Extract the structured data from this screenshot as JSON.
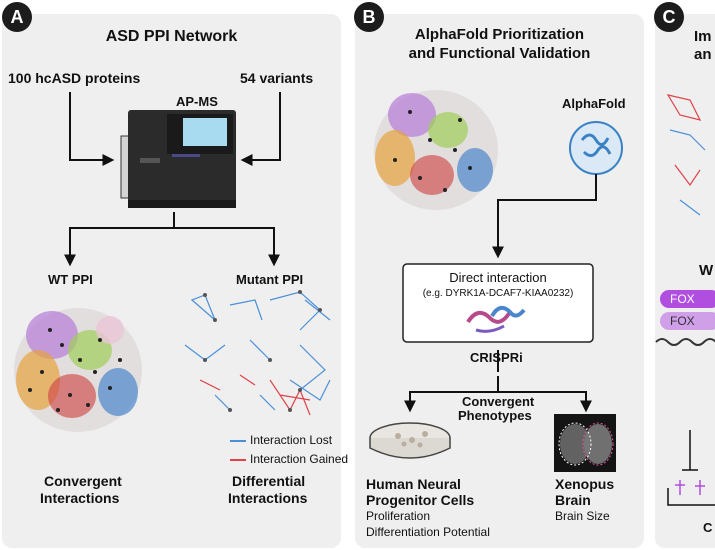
{
  "colors": {
    "panel_bg": "#efefef",
    "badge_bg": "#1c1c1c",
    "interaction_lost": "#4a90d9",
    "interaction_gained": "#e0414a",
    "alphafold_blue": "#3a82c4",
    "foxp_purple": "#b04ee0"
  },
  "panel_a": {
    "badge": "A",
    "title": "ASD PPI Network",
    "input_left": "100 hcASD proteins",
    "input_right": "54 variants",
    "instrument_label": "AP-MS",
    "wt_label": "WT PPI",
    "mutant_label": "Mutant PPI",
    "legend_lost": "Interaction Lost",
    "legend_gained": "Interaction Gained",
    "bottom_left_line1": "Convergent",
    "bottom_left_line2": "Interactions",
    "bottom_right_line1": "Differential",
    "bottom_right_line2": "Interactions"
  },
  "panel_b": {
    "badge": "B",
    "title_line1": "AlphaFold Prioritization",
    "title_line2": "and Functional Validation",
    "alphafold_label": "AlphaFold",
    "box_title": "Direct interaction",
    "box_example": "(e.g. DYRK1A-DCAF7-KIAA0232)",
    "crispri_label": "CRISPRi",
    "phenotypes_line1": "Convergent",
    "phenotypes_line2": "Phenotypes",
    "npc_line1": "Human Neural",
    "npc_line2": "Progenitor Cells",
    "npc_sub1": "Proliferation",
    "npc_sub2": "Differentiation Potential",
    "xenopus_line1": "Xenopus",
    "xenopus_line2": "Brain",
    "xenopus_sub": "Brain Size"
  },
  "panel_c": {
    "badge": "C",
    "title_frag1": "Im",
    "title_frag2": "an",
    "w_frag": "W",
    "fox_frag1": "FOX",
    "fox_frag2": "FOX",
    "bottom_frag": "C"
  }
}
